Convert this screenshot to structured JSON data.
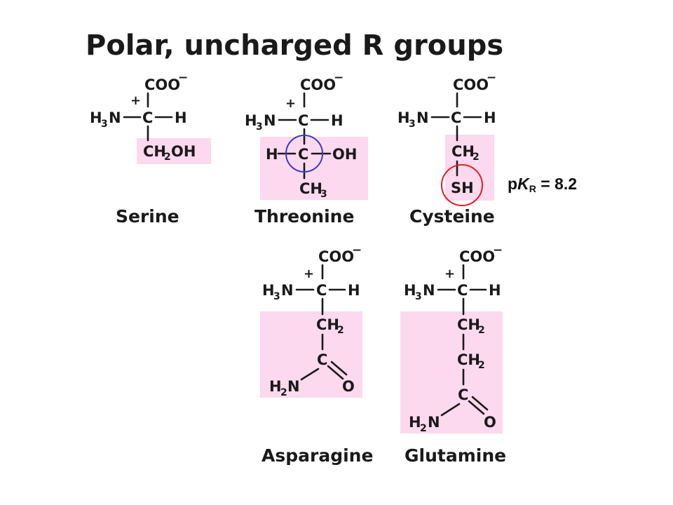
{
  "title": "Polar, uncharged R groups",
  "colors": {
    "r_group_highlight": "#fcd9ee",
    "threonine_circle": "#3a3ad0",
    "cysteine_circle": "#dd2222",
    "text": "#1a1a1a"
  },
  "common": {
    "carboxylate": "COO",
    "charge_minus": "−",
    "amino": "N",
    "amino_h": "H",
    "amino_sub": "3",
    "charge_plus": "+",
    "alpha_carbon": "C",
    "alpha_h": "H"
  },
  "amino_acids": [
    {
      "name": "Serine",
      "r_group": {
        "ch2": "CH",
        "ch2_sub": "2",
        "oh": "OH"
      }
    },
    {
      "name": "Threonine",
      "r_group": {
        "h": "H",
        "c": "C",
        "oh": "OH",
        "ch3": "CH",
        "ch3_sub": "3"
      }
    },
    {
      "name": "Cysteine",
      "r_group": {
        "ch2": "CH",
        "ch2_sub": "2",
        "sh": "SH"
      },
      "pkr_label": {
        "p": "p",
        "k": "K",
        "sub": "R",
        "value": " = 8.2"
      }
    },
    {
      "name": "Asparagine",
      "r_group": {
        "ch2": "CH",
        "ch2_sub": "2",
        "c": "C",
        "o": "O",
        "nh2": "H",
        "nh2_sub": "2",
        "nh2_n": "N"
      }
    },
    {
      "name": "Glutamine",
      "r_group": {
        "ch2a": "CH",
        "ch2a_sub": "2",
        "ch2b": "CH",
        "ch2b_sub": "2",
        "c": "C",
        "o": "O",
        "nh2": "H",
        "nh2_sub": "2",
        "nh2_n": "N"
      }
    }
  ]
}
